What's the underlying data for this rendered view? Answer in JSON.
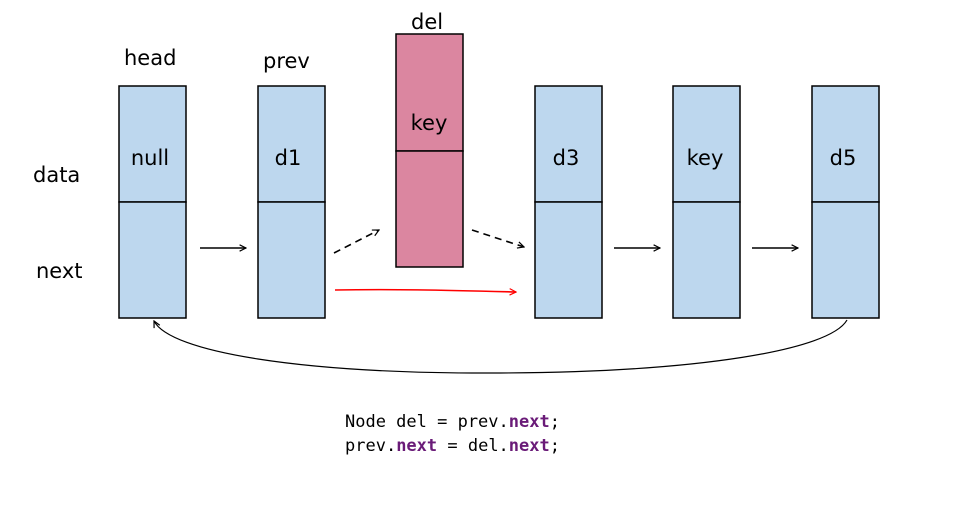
{
  "labels": {
    "row_data": "data",
    "row_next": "next",
    "head": "head",
    "prev": "prev",
    "del": "del"
  },
  "nodes": {
    "head": "null",
    "prev": "d1",
    "del": "key",
    "n3": "d3",
    "n4": "key",
    "n5": "d5"
  },
  "code": {
    "line1": {
      "pre": "Node del = prev.",
      "kw": "next",
      "post": ";"
    },
    "line2": {
      "a": "prev.",
      "kw1": "next",
      "b": " = del.",
      "kw2": "next",
      "post": ";"
    }
  },
  "colors": {
    "node_fill": "#bdd7ee",
    "del_fill": "#db86a0",
    "new_link": "#ff0000",
    "keyword": "#6a1b78"
  }
}
